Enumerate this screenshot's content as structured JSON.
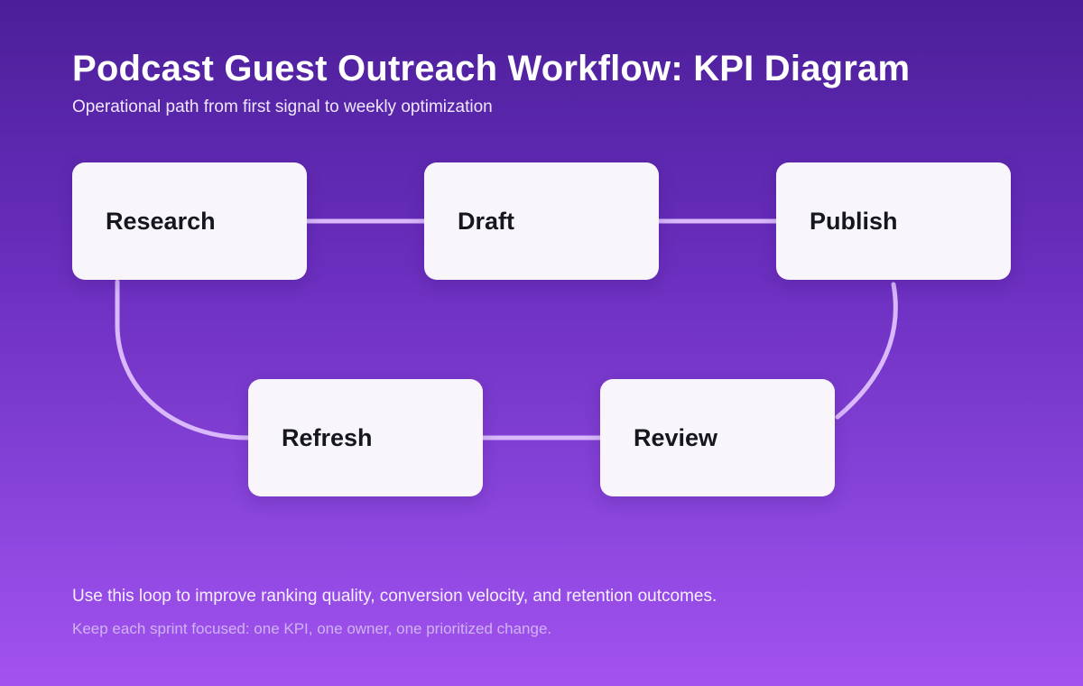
{
  "header": {
    "title": "Podcast Guest Outreach Workflow: KPI Diagram",
    "subtitle": "Operational path from first signal to weekly optimization"
  },
  "workflow": {
    "nodes": [
      {
        "id": "research",
        "label": "Research"
      },
      {
        "id": "draft",
        "label": "Draft"
      },
      {
        "id": "publish",
        "label": "Publish"
      },
      {
        "id": "review",
        "label": "Review"
      },
      {
        "id": "refresh",
        "label": "Refresh"
      }
    ],
    "edges": [
      {
        "from": "research",
        "to": "draft"
      },
      {
        "from": "draft",
        "to": "publish"
      },
      {
        "from": "publish",
        "to": "review"
      },
      {
        "from": "review",
        "to": "refresh"
      },
      {
        "from": "refresh",
        "to": "research"
      }
    ]
  },
  "footer": {
    "note_primary": "Use this loop to improve ranking quality, conversion velocity, and retention outcomes.",
    "note_secondary": "Keep each sprint focused: one KPI, one owner, one prioritized change."
  },
  "colors": {
    "connector": "#d9b8fb",
    "node_fill": "#f8f5fb",
    "node_text": "#16161f"
  }
}
